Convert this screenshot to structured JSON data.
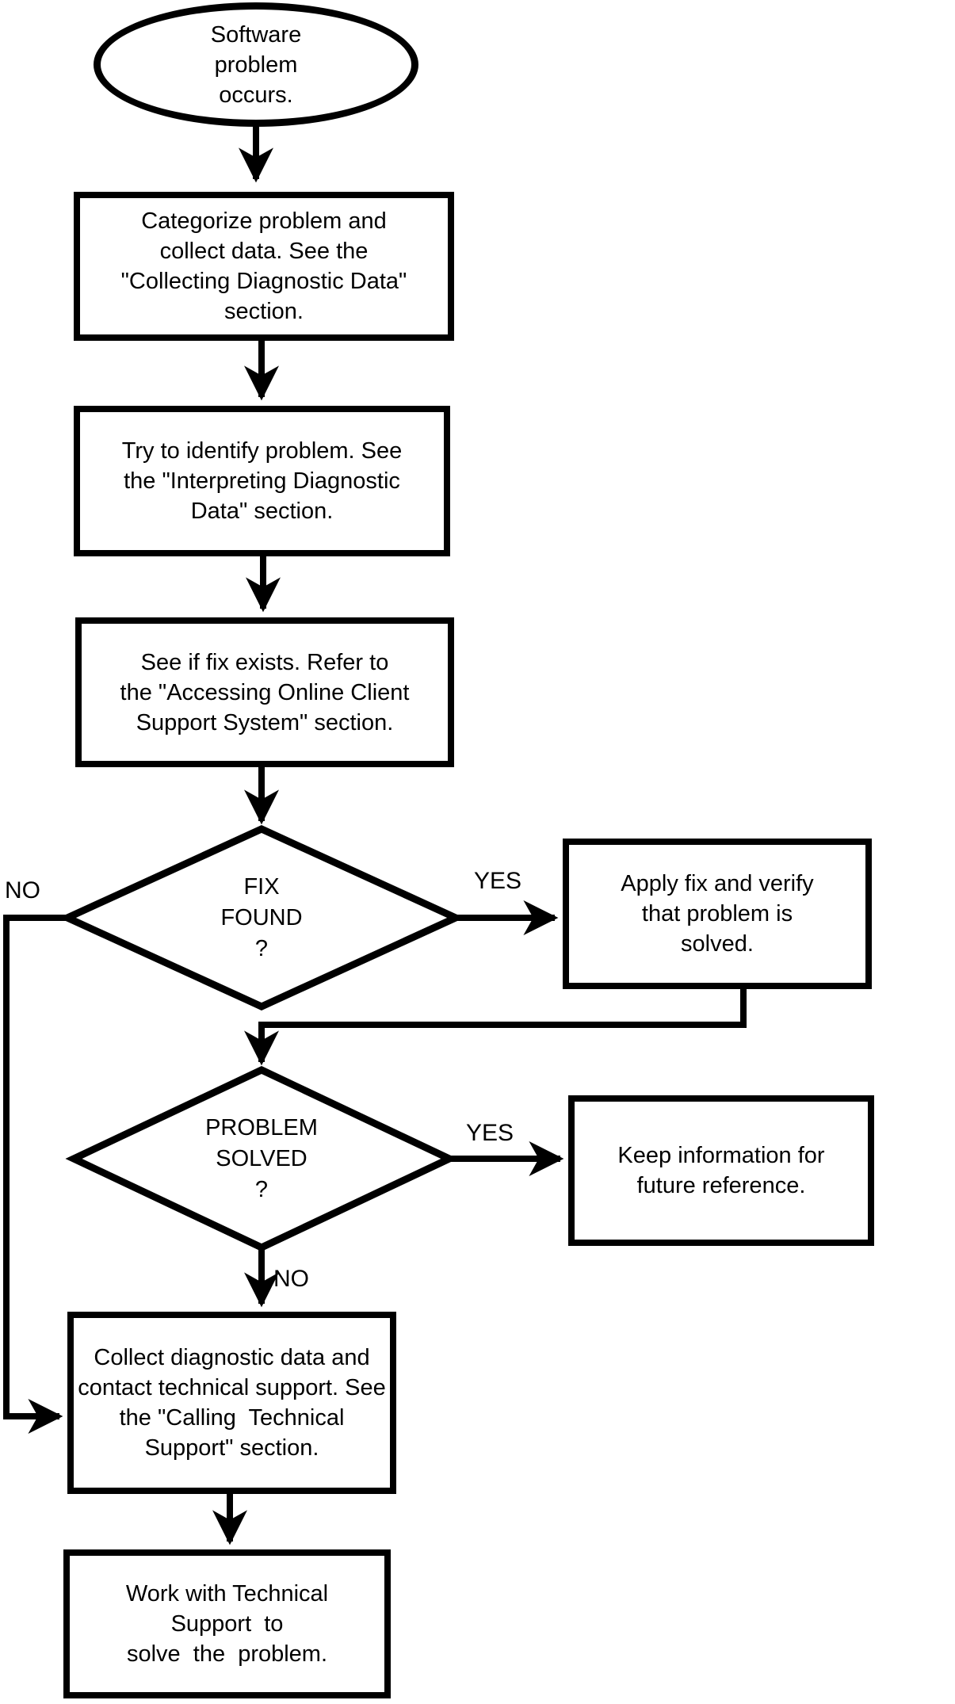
{
  "diagram": {
    "type": "flowchart",
    "colors": {
      "stroke": "#000000",
      "node_fill": "#ffffff",
      "text": "#000000",
      "background": "#ffffff"
    },
    "nodes": {
      "start": {
        "shape": "ellipse",
        "lines": [
          "Software",
          "problem",
          "occurs."
        ]
      },
      "categorize": {
        "shape": "process",
        "lines": [
          "Categorize problem and",
          "collect data. See the",
          "\"Collecting Diagnostic Data\"",
          "section."
        ]
      },
      "identify": {
        "shape": "process",
        "lines": [
          "Try to identify problem. See",
          "the \"Interpreting Diagnostic",
          "Data\" section."
        ]
      },
      "see_if_fix": {
        "shape": "process",
        "lines": [
          "See if fix exists. Refer to",
          "the \"Accessing Online Client",
          "Support System\" section."
        ]
      },
      "fix_found": {
        "shape": "decision",
        "lines": [
          "FIX",
          "FOUND",
          "?"
        ]
      },
      "apply_fix": {
        "shape": "process",
        "lines": [
          "Apply fix and verify",
          "that problem is",
          "solved."
        ]
      },
      "problem_solved": {
        "shape": "decision",
        "lines": [
          "PROBLEM",
          "SOLVED",
          "?"
        ]
      },
      "keep_info": {
        "shape": "process",
        "lines": [
          "Keep information for",
          "future reference."
        ]
      },
      "collect_contact": {
        "shape": "process",
        "lines": [
          "Collect diagnostic data and",
          "contact technical support. See",
          "the \"Calling  Technical",
          "Support\" section."
        ]
      },
      "work_with": {
        "shape": "process",
        "lines": [
          "Work with Technical",
          "Support  to",
          "solve  the  problem."
        ]
      }
    },
    "edge_labels": {
      "fix_found_yes": "YES",
      "fix_found_no": "NO",
      "problem_solved_yes": "YES",
      "problem_solved_no": "NO"
    }
  }
}
